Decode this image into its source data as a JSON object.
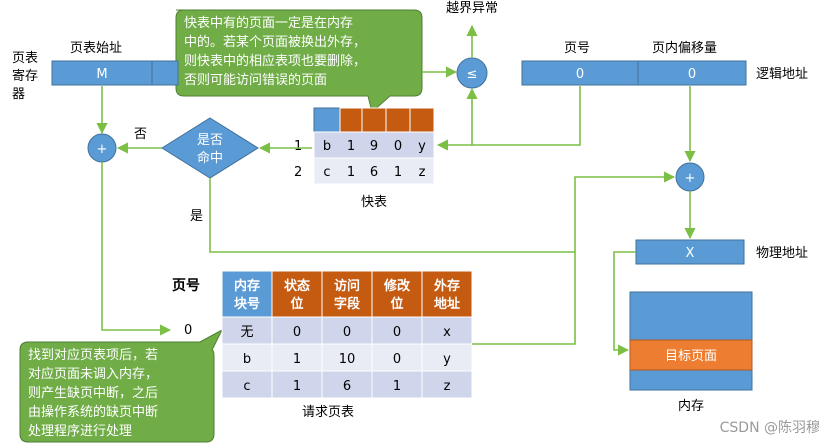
{
  "labels": {
    "page_table_register": [
      "页表",
      "寄存",
      "器"
    ],
    "page_table_start": "页表始址",
    "register_value": "M",
    "page_number": "页号",
    "page_offset": "页内偏移量",
    "logical_page_value": "0",
    "logical_offset_value": "0",
    "logical_address": "逻辑地址",
    "out_of_bounds": "越界异常",
    "compare_op": "≤",
    "plus": "+",
    "decision": [
      "是否",
      "命中"
    ],
    "no": "否",
    "yes": "是",
    "physical_value": "X",
    "physical_address": "物理地址",
    "memory": "内存",
    "target_page": "目标页面",
    "tlb_caption": "快表",
    "page_table_caption": "请求页表",
    "page_table_page_number": "页号",
    "page_table_row_index": "0",
    "watermark": "CSDN @陈羽穆"
  },
  "tlb": {
    "row_indices": [
      "1",
      "2"
    ],
    "rows": [
      [
        "b",
        "1",
        "9",
        "0",
        "y"
      ],
      [
        "c",
        "1",
        "6",
        "1",
        "z"
      ]
    ]
  },
  "page_table": {
    "headers": [
      [
        "内存",
        "块号"
      ],
      [
        "状态",
        "位"
      ],
      [
        "访问",
        "字段"
      ],
      [
        "修改",
        "位"
      ],
      [
        "外存",
        "地址"
      ]
    ],
    "rows": [
      [
        "无",
        "0",
        "0",
        "0",
        "x"
      ],
      [
        "b",
        "1",
        "10",
        "0",
        "y"
      ],
      [
        "c",
        "1",
        "6",
        "1",
        "z"
      ]
    ]
  },
  "callouts": {
    "tlb_note": [
      "快表中有的页面一定是在内存",
      "中的。若某个页面被换出外存，",
      "则快表中的相应表项也要删除，",
      "否则可能访问错误的页面"
    ],
    "fault_note": [
      "找到对应页表项后，若",
      "对应页面未调入内存，",
      "则产生缺页中断，之后",
      "由操作系统的缺页中断",
      "处理程序进行处理"
    ]
  },
  "colors": {
    "blue": "#5b9bd5",
    "orange": "#c55a11",
    "memory_orange": "#ed7d31",
    "callout_green": "#70ad47",
    "arrow_green": "#7cbf45",
    "row_light": "#e9ebf5",
    "row_lighter": "#cfd5ea"
  }
}
